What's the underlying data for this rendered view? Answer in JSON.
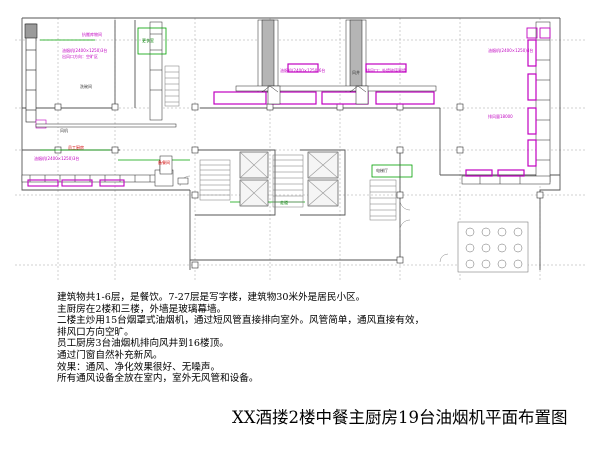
{
  "notes": [
    "建筑物共1-6层，是餐饮。7-27层是写字楼，建筑物30米外是居民小区。",
    "主厨房在2楼和三楼，外墙是玻璃幕墙。",
    "二楼主炒用15台烟罩式油烟机，通过短风管直接排向室外。风管简单，通风直接有效，",
    "排风口方向空旷。",
    "员工厨房3台油烟机排向风井到16楼顶。",
    "通过门窗自然补充新风。",
    "效果：通风、净化效果很好、无噪声。",
    "所有通风设备全放在室内，室外无风管和设备。"
  ],
  "title": "XX酒搂2楼中餐主厨房19台油烟机平面布置图",
  "plan_labels": {
    "staff_kitchen": "员工厨房",
    "pantry": "备餐间",
    "shaft_label": "风井",
    "electric_room": "电梯厅",
    "room_top": "抗搬库物间",
    "corridor": "走道",
    "wash_room": "洗碗间",
    "office": "更衣室",
    "equip_note_a": "油烟机(2400×1250)3台",
    "equip_note_b": "出风口方向：空旷区",
    "equip_note_c": "油烟机(2400×1250)6台",
    "equip_note_d": "排风口：外墙玻璃幕墙",
    "equip_note_e": "油烟机(2400×1250)4台",
    "equip_note_f": "排风量18000",
    "fan_label": "风机"
  }
}
